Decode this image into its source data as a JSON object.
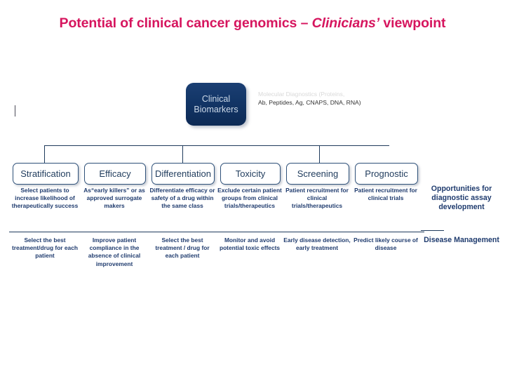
{
  "slide": {
    "title_part1": "Potential of clinical cancer genomics – ",
    "title_italic": "Clinicians’",
    "title_part2": " viewpoint",
    "title_color": "#D6155E"
  },
  "central_node": {
    "label_line1": "Clinical",
    "label_line2": "Biomarkers",
    "fill_color": "#123566",
    "text_color": "#ccd9e8"
  },
  "caption": {
    "line1_faded": "Molecular Diagnostics (Proteins,",
    "line2": "Ab, Peptides,  Ag, CNAPS, DNA, RNA)"
  },
  "categories": [
    {
      "label": "Stratification",
      "detail_1": "Select patients to increase likelihood of therapeutically success",
      "detail_2": "Select the best treatment/drug for each patient"
    },
    {
      "label": "Efficacy",
      "detail_1": "As“early killers” or as approved surrogate makers",
      "detail_2": "Improve patient compliance in the absence of clinical improvement"
    },
    {
      "label": "Differentiation",
      "detail_1": "Differentiate efficacy or safety of a drug within the same class",
      "detail_2": "Select the best treatment / drug for each patient"
    },
    {
      "label": "Toxicity",
      "detail_1": "Exclude certain patient groups from clinical trials/therapeutics",
      "detail_2": "Monitor and avoid potential toxic effects"
    },
    {
      "label": "Screening",
      "detail_1": "Patient recruitment for clinical trials/therapeutics",
      "detail_2": "Early disease detection, early treatment"
    },
    {
      "label": "Prognostic",
      "detail_1": "Patient recruitment for clinical trials",
      "detail_2": "Predict likely course of disease"
    }
  ],
  "outcomes": {
    "opportunities": "Opportunities for diagnostic assay development",
    "disease_management": "Disease Management"
  },
  "colors": {
    "title": "#D6155E",
    "node_fill": "#123566",
    "box_border": "#30527a",
    "text_blue": "#1f3b6e",
    "connector": "#1f3b5c"
  }
}
